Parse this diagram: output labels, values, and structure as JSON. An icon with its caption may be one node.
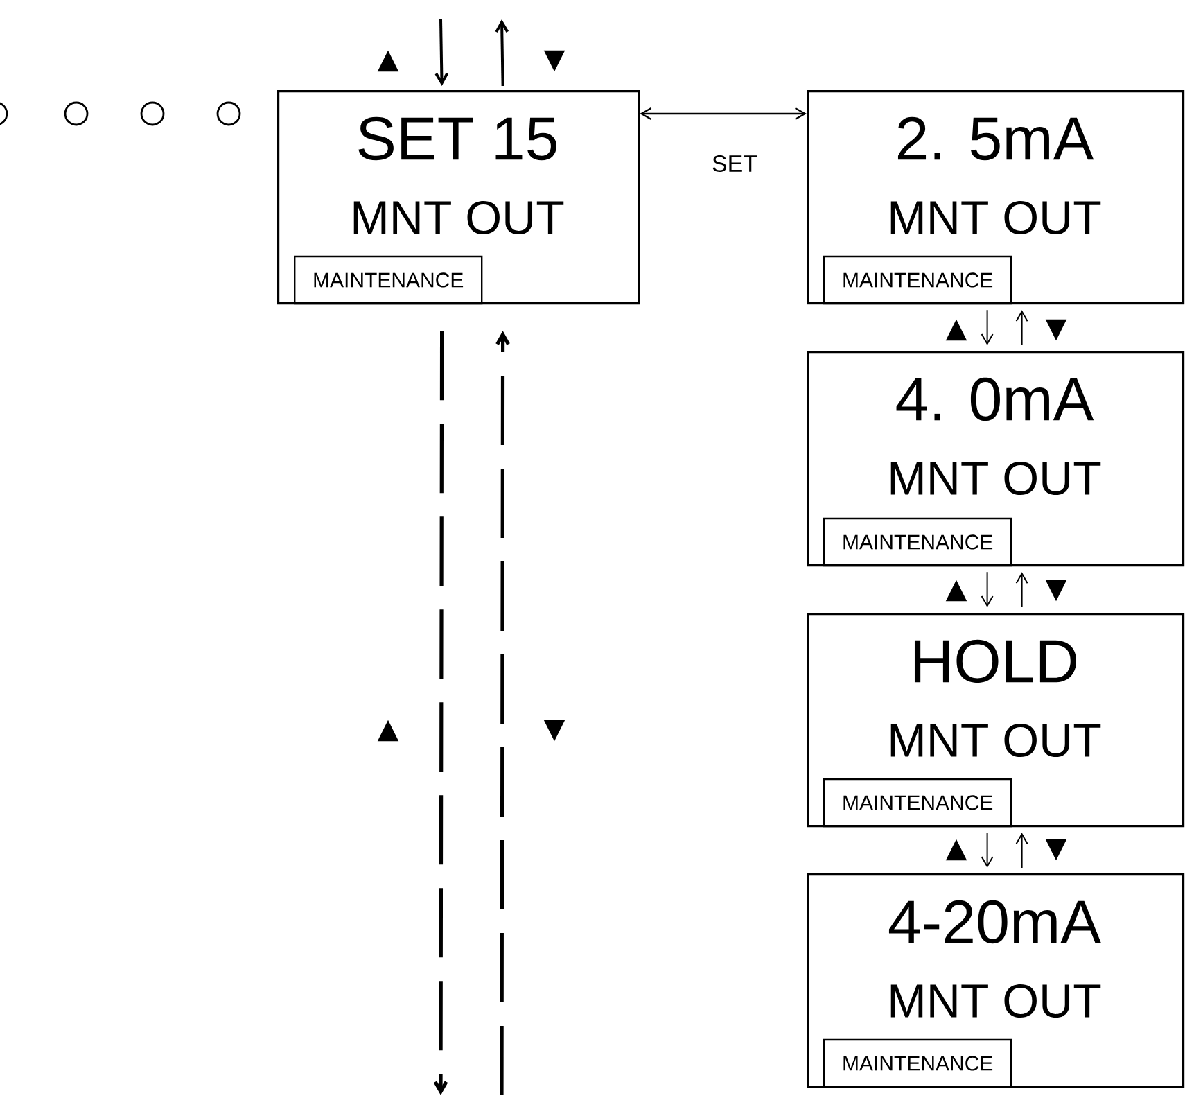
{
  "diagram": {
    "nodes": [
      {
        "text": [
          "SET 15",
          "MNT OUT"
        ]
      },
      {
        "text": [
          "MAINTENANCE"
        ],
        "in": 0
      },
      {
        "text": [
          "2. 5mA",
          "MNT OUT"
        ]
      },
      {
        "text": [
          "MAINTENANCE"
        ],
        "in": 2
      },
      {
        "text": [
          "4. 0mA",
          "MNT OUT"
        ]
      },
      {
        "text": [
          "MAINTENANCE"
        ],
        "in": 4
      },
      {
        "text": [
          "HOLD",
          "MNT OUT"
        ]
      },
      {
        "text": [
          "MAINTENANCE"
        ],
        "in": 6
      },
      {
        "text": [
          "4-20mA",
          "MNT OUT"
        ]
      },
      {
        "text": [
          "MAINTENANCE"
        ],
        "in": 8
      }
    ],
    "edges": [
      {
        "from": null,
        "to": 0,
        "arrow": "to"
      },
      {
        "from": 0,
        "to": null,
        "arrow": "to"
      },
      {
        "from": 0,
        "to": 2,
        "arrow": "both",
        "label": "SET"
      },
      {
        "from": 0,
        "to": null,
        "arrow": "to",
        "style": "dashed"
      },
      {
        "from": null,
        "to": 0,
        "arrow": "to",
        "style": "dashed"
      },
      {
        "from": 2,
        "to": 4,
        "arrow": "to"
      },
      {
        "from": 4,
        "to": 2,
        "arrow": "to"
      },
      {
        "from": 4,
        "to": 6,
        "arrow": "to"
      },
      {
        "from": 6,
        "to": 4,
        "arrow": "to"
      },
      {
        "from": 6,
        "to": 8,
        "arrow": "to"
      },
      {
        "from": 8,
        "to": 6,
        "arrow": "to"
      }
    ],
    "labels": [
      "▲",
      "▼",
      "▲",
      "▼",
      "▲",
      "▼",
      "▲",
      "▼",
      "▲",
      "▼"
    ]
  }
}
